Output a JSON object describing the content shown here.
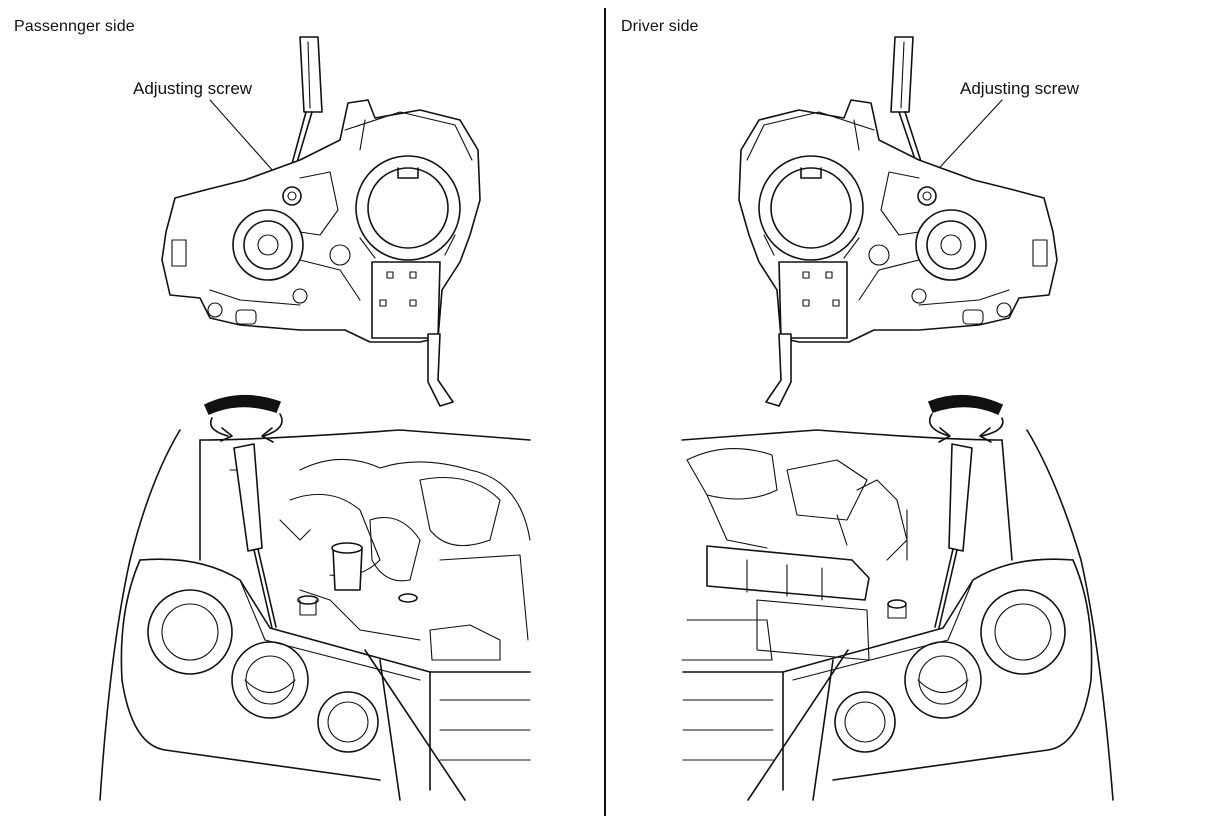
{
  "figure": {
    "passenger": {
      "label": "Passennger side",
      "callout": "Adjusting screw"
    },
    "driver": {
      "label": "Driver side",
      "callout": "Adjusting screw"
    }
  }
}
